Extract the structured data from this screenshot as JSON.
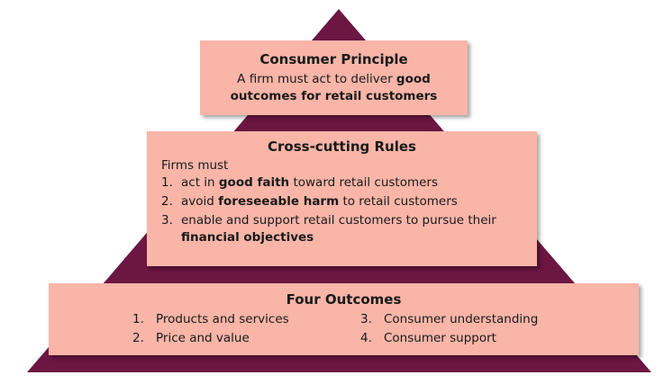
{
  "colors": {
    "pyramid": "#6c1642",
    "box": "#f8b5a8",
    "text": "#1a1a1a"
  },
  "top": {
    "title": "Consumer Principle",
    "text_a": "A firm must act to deliver ",
    "text_b": "good",
    "text_c": "outcomes for retail customers"
  },
  "middle": {
    "title": "Cross-cutting Rules",
    "intro": "Firms must",
    "rules": [
      {
        "num": "1.",
        "pre": "act in ",
        "bold": "good faith",
        "post": " toward retail customers"
      },
      {
        "num": "2.",
        "pre": "avoid ",
        "bold": "foreseeable harm",
        "post": " to retail customers"
      },
      {
        "num": "3.",
        "pre": "enable and support retail customers to pursue their ",
        "bold": "financial objectives",
        "post": ""
      }
    ]
  },
  "bottom": {
    "title": "Four Outcomes",
    "outcomes": [
      {
        "num": "1.",
        "label": "Products and services"
      },
      {
        "num": "2.",
        "label": "Price and value"
      },
      {
        "num": "3.",
        "label": "Consumer understanding"
      },
      {
        "num": "4.",
        "label": "Consumer support"
      }
    ]
  }
}
